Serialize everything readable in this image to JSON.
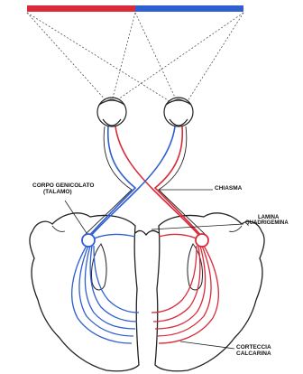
{
  "labels": {
    "corpo_genicolato": {
      "line1": "CORPO GENICOLATO",
      "line2": "(TALAMO)"
    },
    "chiasma": "CHIASMA",
    "lamina": {
      "line1": "LAMINA",
      "line2": "QUADRIGEMINA"
    },
    "corteccia": {
      "line1": "CORTECCIA",
      "line2": "CALCARINA"
    }
  },
  "colors": {
    "left_field": "#d92b3a",
    "right_field": "#2f5fd0",
    "outline": "#222222",
    "dashed": "#555555"
  }
}
